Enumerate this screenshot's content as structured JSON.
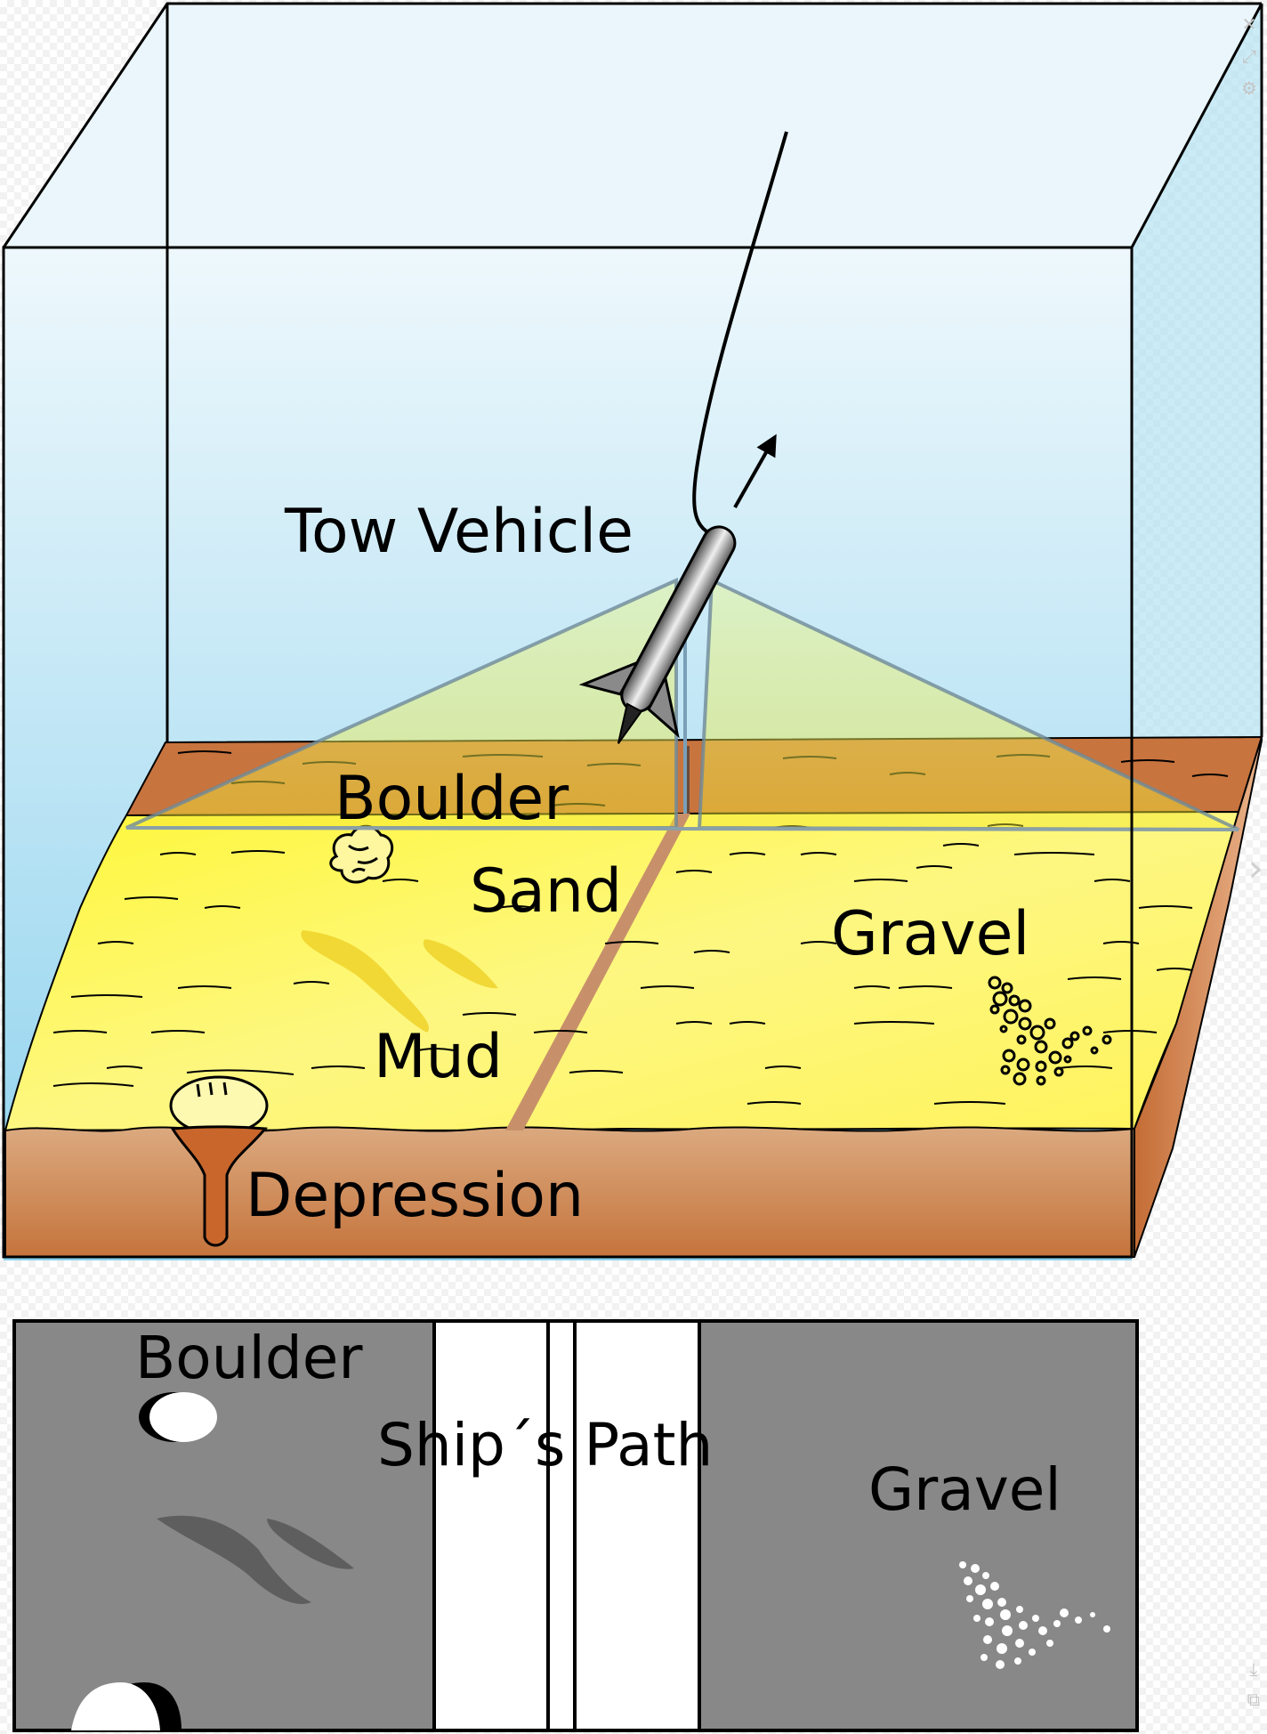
{
  "diagram": {
    "labels": {
      "tow_vehicle": "Tow Vehicle",
      "boulder": "Boulder",
      "sand": "Sand",
      "gravel": "Gravel",
      "mud": "Mud",
      "depression": "Depression"
    },
    "sonar_image": {
      "boulder": "Boulder",
      "ships_path": "Ship´s Path",
      "gravel": "Gravel"
    }
  },
  "colors": {
    "water_top": "#eaf6fb",
    "water_bottom": "#8fd3ee",
    "sand": "#fbf563",
    "sediment": "#c8743e",
    "sonar_gray": "#888888"
  },
  "icons": {
    "close": "close-icon",
    "expand": "expand-icon",
    "settings": "gear-icon",
    "next": "chevron-right-icon",
    "download": "download-icon",
    "share": "share-icon"
  }
}
